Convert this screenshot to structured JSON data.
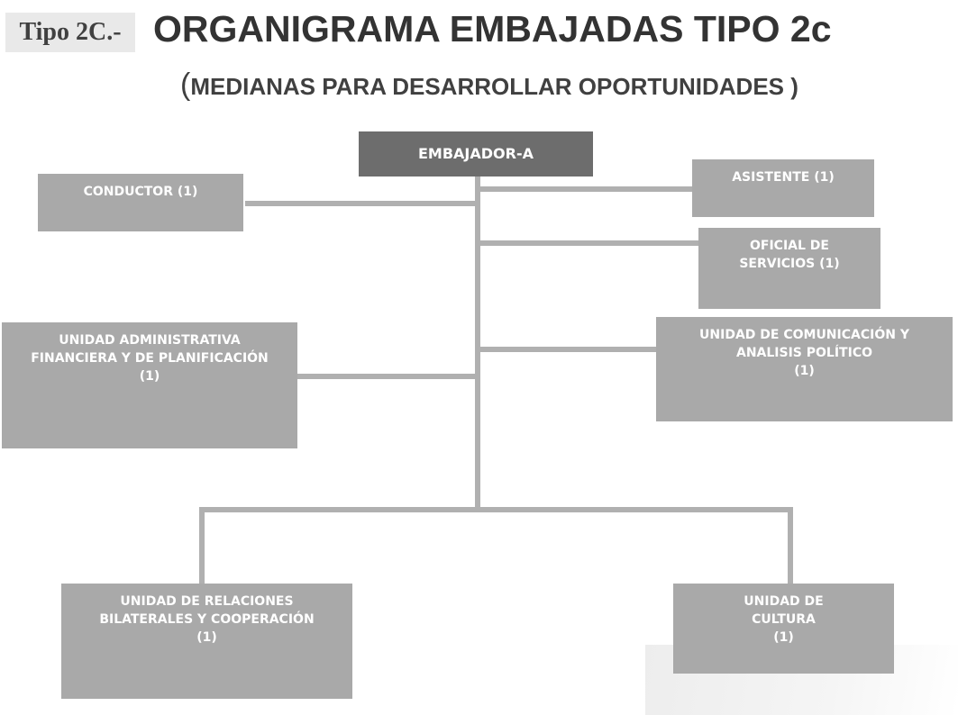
{
  "header": {
    "tag": "Tipo 2C.-",
    "title": "ORGANIGRAMA EMBAJADAS TIPO 2c",
    "subtitle_open": "(",
    "subtitle_text": "MEDIANAS PARA DESARROLLAR OPORTUNIDADES )"
  },
  "nodes": {
    "embajador": [
      "EMBAJADOR-A"
    ],
    "conductor": [
      "CONDUCTOR (1)"
    ],
    "asistente": [
      "ASISTENTE (1)"
    ],
    "oficial": [
      "OFICIAL DE",
      "SERVICIOS (1)"
    ],
    "admin": [
      "UNIDAD ADMINISTRATIVA",
      "FINANCIERA Y DE PLANIFICACIÓN",
      "(1)"
    ],
    "comunicacion": [
      "UNIDAD DE COMUNICACIÓN Y",
      "ANALISIS POLÍTICO",
      "(1)"
    ],
    "relaciones": [
      "UNIDAD DE RELACIONES",
      "BILATERALES Y COOPERACIÓN",
      "(1)"
    ],
    "cultura": [
      "UNIDAD DE",
      "CULTURA",
      "(1)"
    ]
  },
  "colors": {
    "box": "#a9a9a9",
    "box_top": "#6d6d6d",
    "connector": "#b0b0b0",
    "box_text": "#ffffff"
  }
}
